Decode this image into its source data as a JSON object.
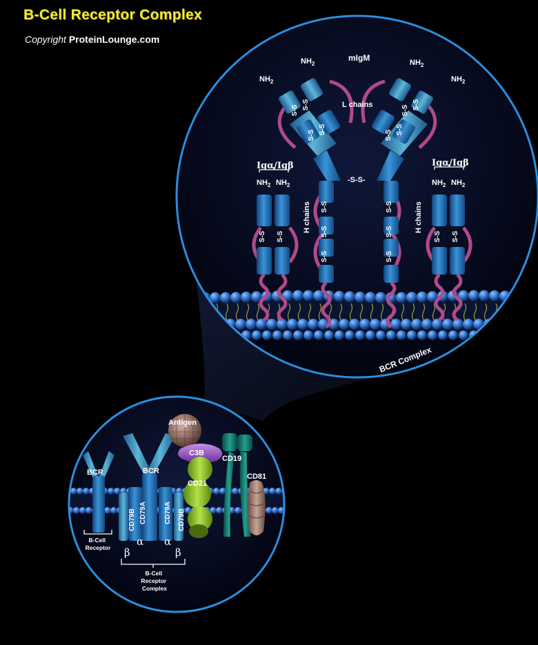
{
  "title": "B-Cell Receptor Complex",
  "copyright": {
    "prefix": "Copyright",
    "site": "ProteinLounge.com"
  },
  "large_view": {
    "migm": "mIgM",
    "nh2": "NH",
    "nh2_sub": "2",
    "l_chains": "L chains",
    "h_chains": "H chains",
    "disulfide": "-S-S-",
    "iga_igb": "Igα/Igβ",
    "bcr_complex": "BCR Complex"
  },
  "small_view": {
    "antigen": "Antigen",
    "c3b": "C3B",
    "cd19": "CD19",
    "cd21": "CD21",
    "cd81": "CD81",
    "bcr": "BCR",
    "cd79a": "CD79A",
    "cd79b": "CD79B",
    "alpha": "α",
    "beta": "β",
    "bcell_receptor": [
      "B-Cell",
      "Receptor"
    ],
    "bcell_receptor_complex": [
      "B-Cell",
      "Receptor",
      "Complex"
    ]
  },
  "colors": {
    "background": "#000000",
    "title": "#f2ea3c",
    "lens_border": "#2b8fe0",
    "membrane": "#3d7fd0",
    "chain": "#2a78c0",
    "linker": "#b04a8a"
  }
}
